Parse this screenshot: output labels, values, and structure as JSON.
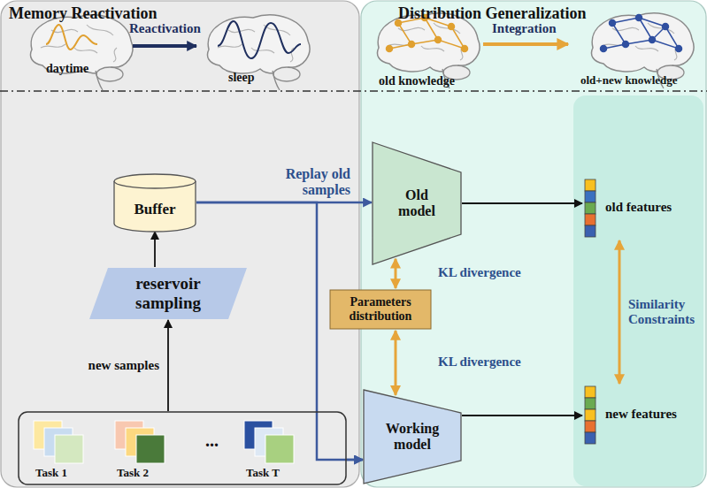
{
  "diagram": {
    "nodes": [
      {
        "text": [
          "Memory Reactivation"
        ]
      },
      {
        "text": [
          "Distribution Generalization"
        ]
      },
      {
        "text": [
          "Buffer"
        ],
        "in": 0
      },
      {
        "text": [
          "reservoir sampling"
        ],
        "in": 0
      },
      {
        "text": [
          "Task 1",
          "Task 2",
          "...",
          "Task T"
        ],
        "in": 0
      },
      {
        "text": [
          "Old model"
        ],
        "in": 1
      },
      {
        "text": [
          "Parameters distribution"
        ],
        "in": 1
      },
      {
        "text": [
          "Working model"
        ],
        "in": 1
      },
      {
        "text": [
          "old features"
        ],
        "in": 1
      },
      {
        "text": [
          "new features"
        ],
        "in": 1
      }
    ],
    "edges": [
      {
        "from": 4,
        "to": 3,
        "arrow": "to",
        "label": "new samples"
      },
      {
        "from": 3,
        "to": 2,
        "arrow": "to"
      },
      {
        "from": 2,
        "to": 5,
        "arrow": "to",
        "label": "Replay old samples"
      },
      {
        "from": 2,
        "to": 7,
        "arrow": "to"
      },
      {
        "from": 4,
        "to": 7,
        "arrow": "to"
      },
      {
        "from": 5,
        "to": 6,
        "arrow": "both",
        "label": "KL divergence"
      },
      {
        "from": 6,
        "to": 7,
        "arrow": "both",
        "label": "KL divergence"
      },
      {
        "from": 5,
        "to": 8,
        "arrow": "to"
      },
      {
        "from": 7,
        "to": 9,
        "arrow": "to"
      },
      {
        "from": 8,
        "to": 9,
        "arrow": "both",
        "label": "Similarity Constraints"
      }
    ],
    "labels": [
      "daytime",
      "sleep",
      "Reactivation",
      "old knowledge",
      "old+new knowledge",
      "Integration"
    ]
  }
}
